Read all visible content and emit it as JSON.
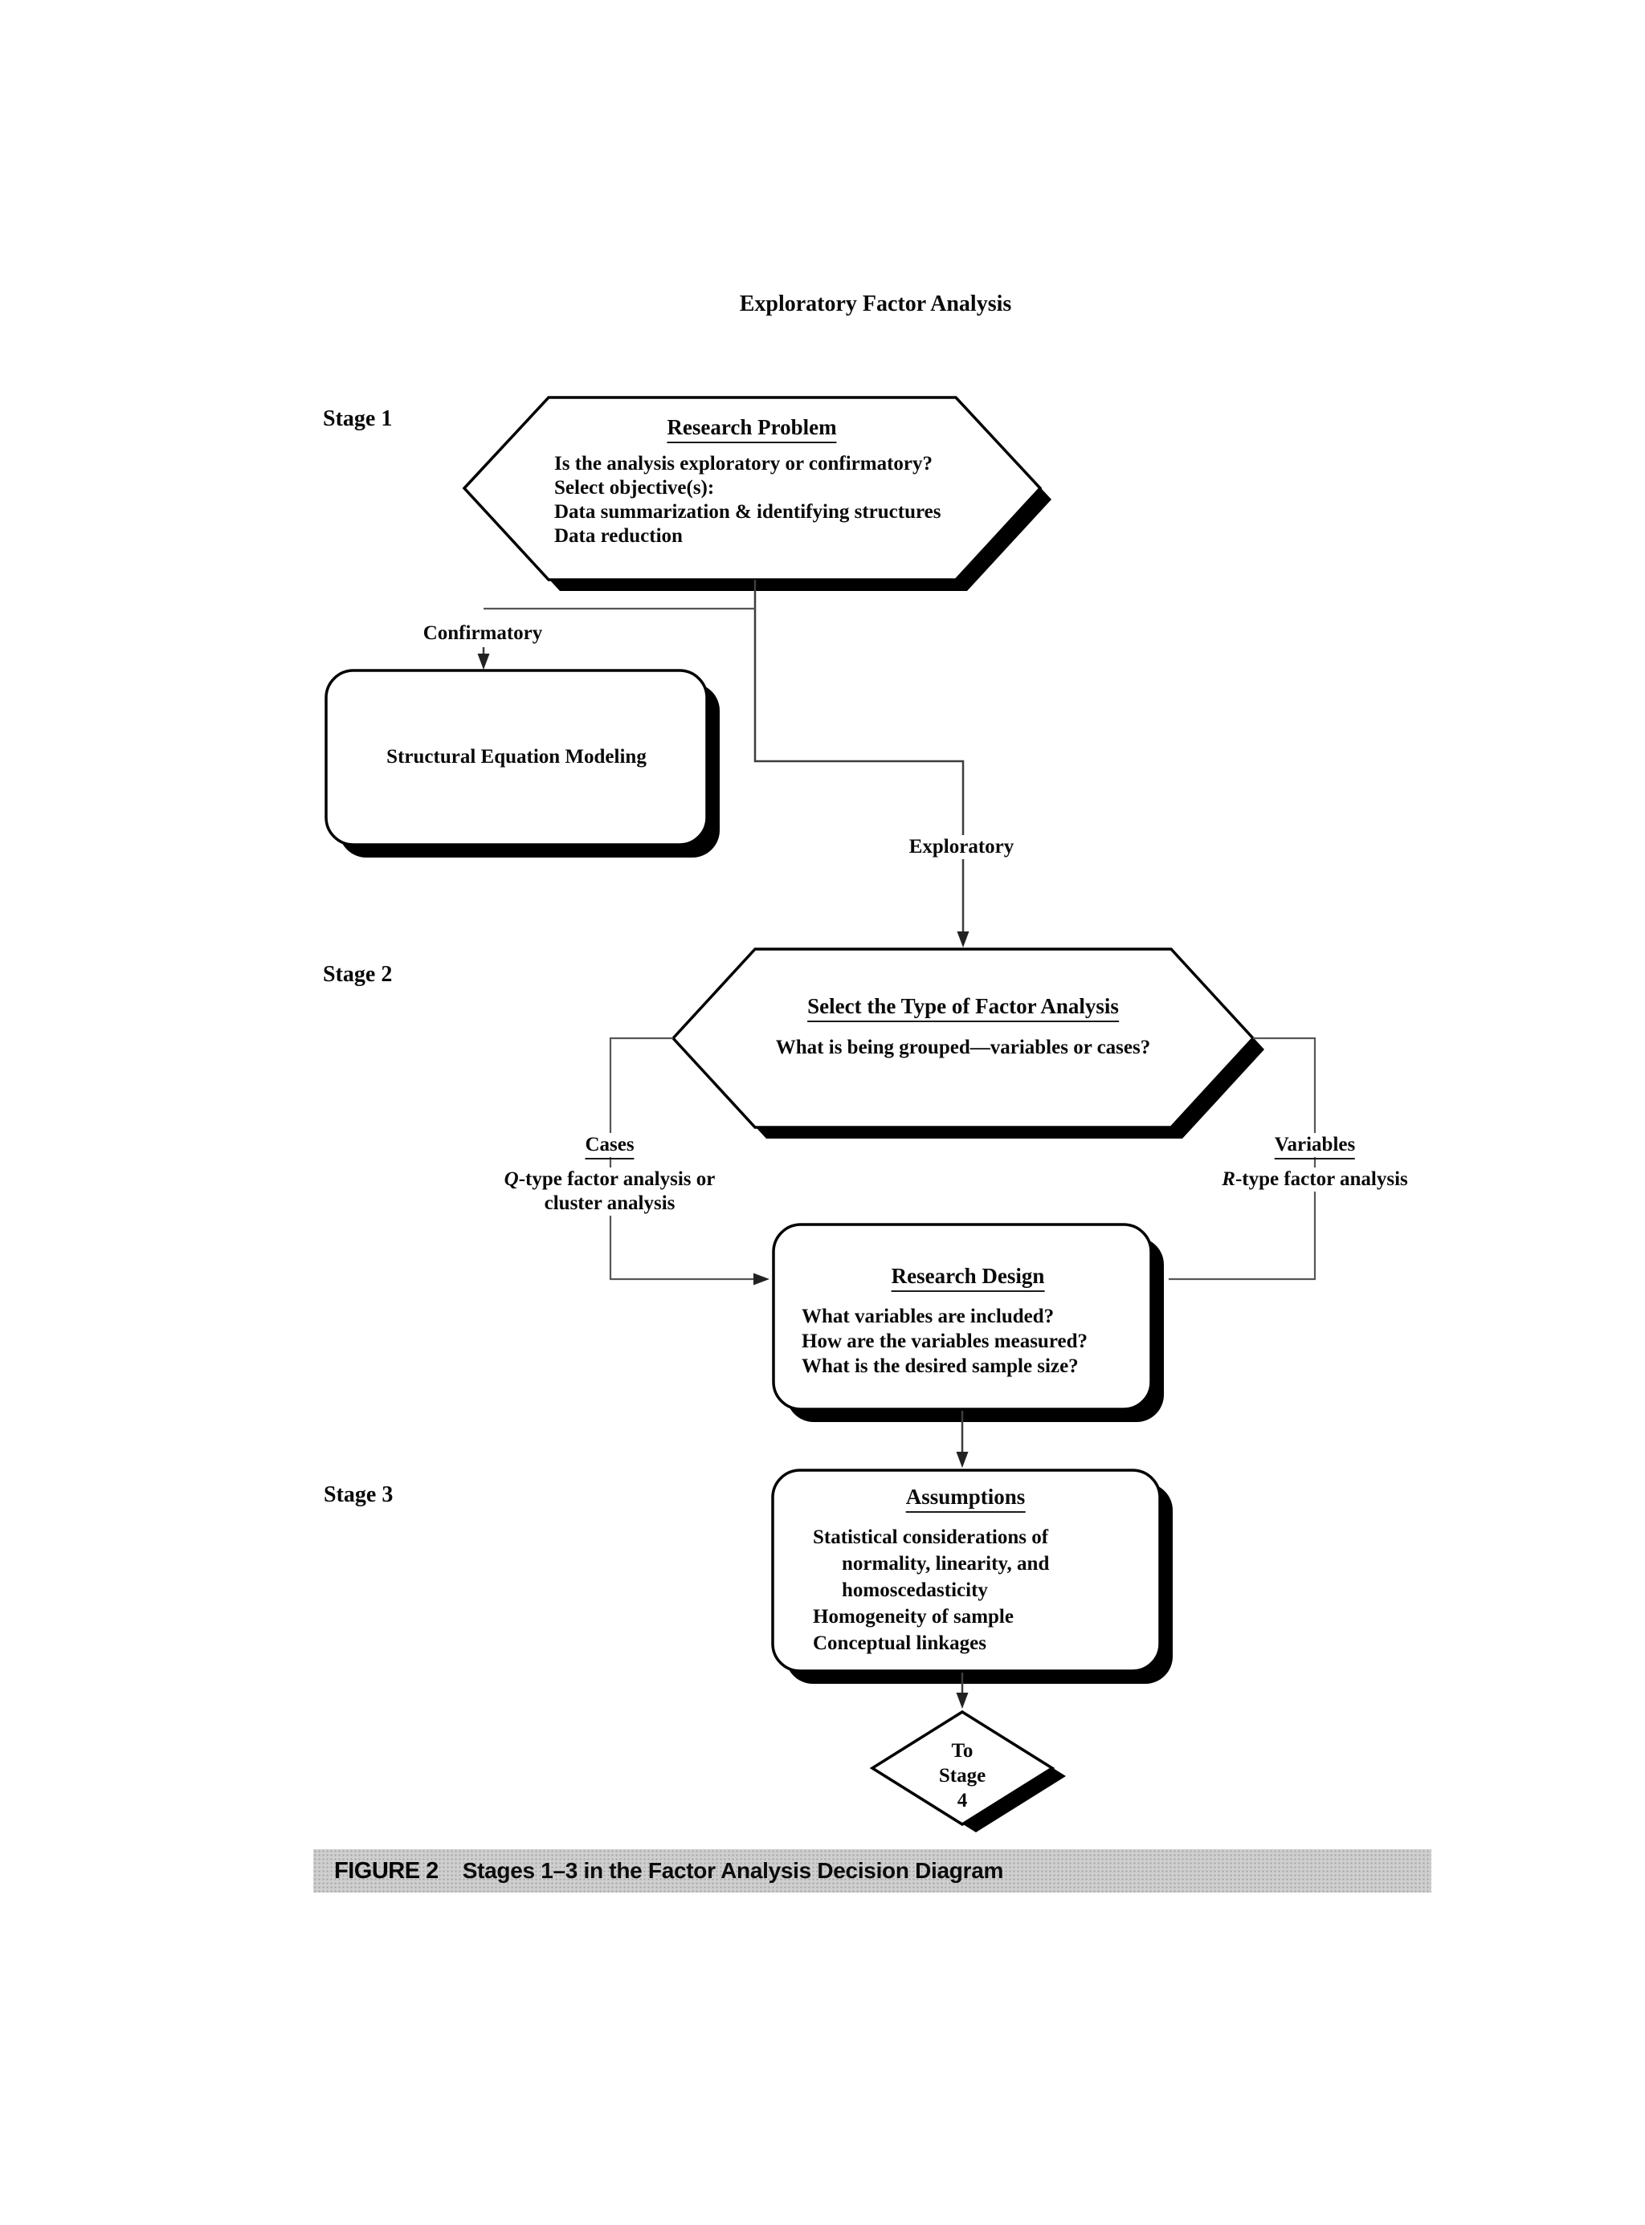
{
  "title": "Exploratory Factor Analysis",
  "stages": {
    "s1": "Stage 1",
    "s2": "Stage 2",
    "s3": "Stage 3"
  },
  "nodes": {
    "research_problem": {
      "heading": "Research Problem",
      "lines": [
        "Is the analysis exploratory or confirmatory?",
        "Select objective(s):",
        "Data summarization & identifying structures",
        "Data reduction"
      ]
    },
    "sem": {
      "label": "Structural Equation Modeling"
    },
    "select_type": {
      "heading": "Select the Type of Factor Analysis",
      "question": "What is being grouped—variables or cases?"
    },
    "research_design": {
      "heading": "Research Design",
      "lines": [
        "What variables are included?",
        "How are the variables measured?",
        "What is the desired sample size?"
      ]
    },
    "assumptions": {
      "heading": "Assumptions",
      "lines": [
        "Statistical considerations of",
        "normality, linearity, and",
        "homoscedasticity",
        "Homogeneity of sample",
        "Conceptual linkages"
      ]
    },
    "to_stage4": {
      "lines": [
        "To",
        "Stage",
        "4"
      ]
    }
  },
  "branches": {
    "confirmatory": "Confirmatory",
    "exploratory": "Exploratory",
    "cases": {
      "heading": "Cases",
      "lines": [
        "Q-type factor analysis or",
        "cluster analysis"
      ]
    },
    "variables": {
      "heading": "Variables",
      "lines": [
        "R-type factor analysis"
      ]
    }
  },
  "caption": {
    "tag": "FIGURE 2",
    "text": "Stages 1–3 in the Factor Analysis Decision Diagram"
  },
  "colors": {
    "ink": "#000000",
    "line": "#3d3d3d",
    "caption_bg": "#cfcfcf"
  }
}
